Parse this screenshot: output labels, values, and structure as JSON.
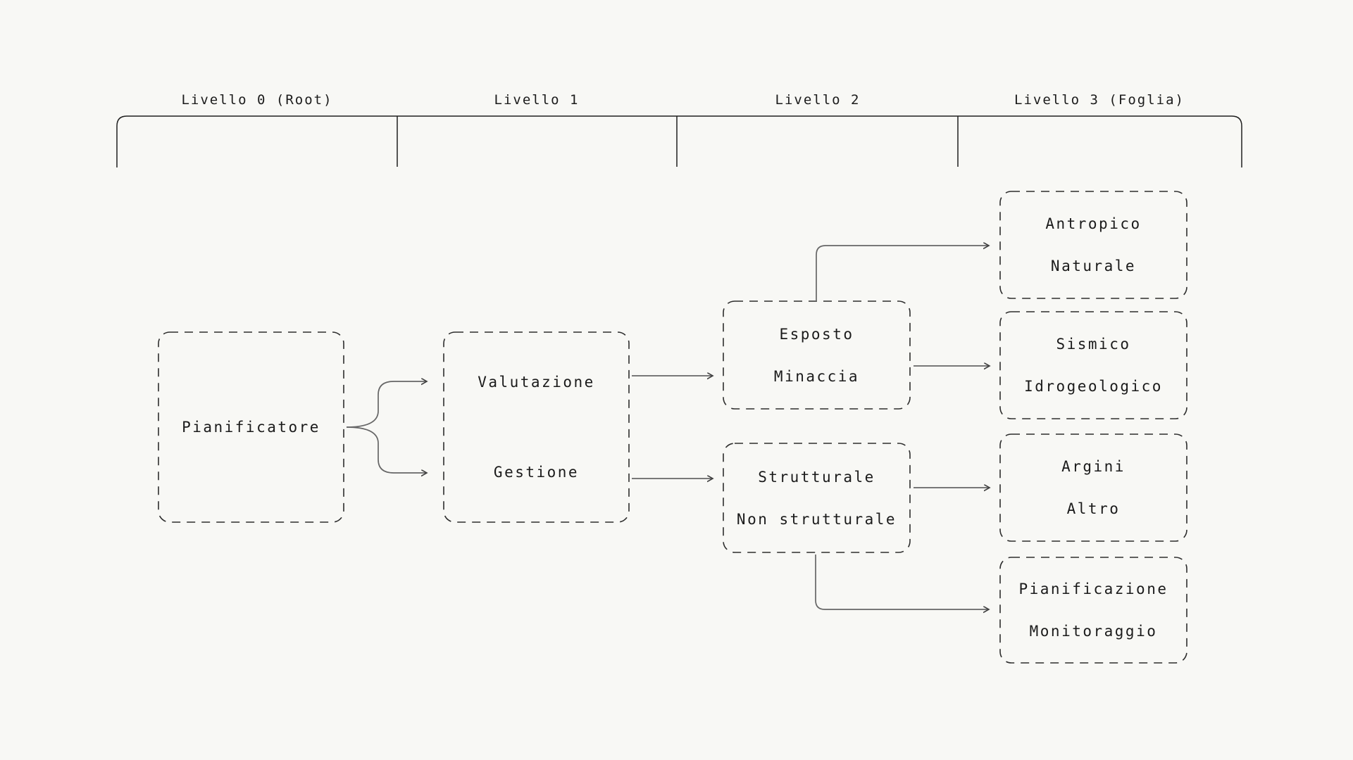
{
  "colors": {
    "background": "#f8f8f5",
    "node_border": "#2d2d2d",
    "bracket_line": "#1f1f1f",
    "connector_line": "#666666",
    "arrowhead": "#3f3f3f",
    "text": "#1b1b1b"
  },
  "levels": [
    {
      "label": "Livello 0 (Root)"
    },
    {
      "label": "Livello 1"
    },
    {
      "label": "Livello 2"
    },
    {
      "label": "Livello 3 (Foglia)"
    }
  ],
  "nodes": {
    "root": {
      "lines": [
        "Pianificatore"
      ]
    },
    "l1": {
      "lines": [
        "Valutazione",
        "Gestione"
      ]
    },
    "l2a": {
      "lines": [
        "Esposto",
        "Minaccia"
      ]
    },
    "l2b": {
      "lines": [
        "Strutturale",
        "Non strutturale"
      ]
    },
    "l3a": {
      "lines": [
        "Antropico",
        "Naturale"
      ]
    },
    "l3b": {
      "lines": [
        "Sismico",
        "Idrogeologico"
      ]
    },
    "l3c": {
      "lines": [
        "Argini",
        "Altro"
      ]
    },
    "l3d": {
      "lines": [
        "Pianificazione",
        "Monitoraggio"
      ]
    }
  }
}
